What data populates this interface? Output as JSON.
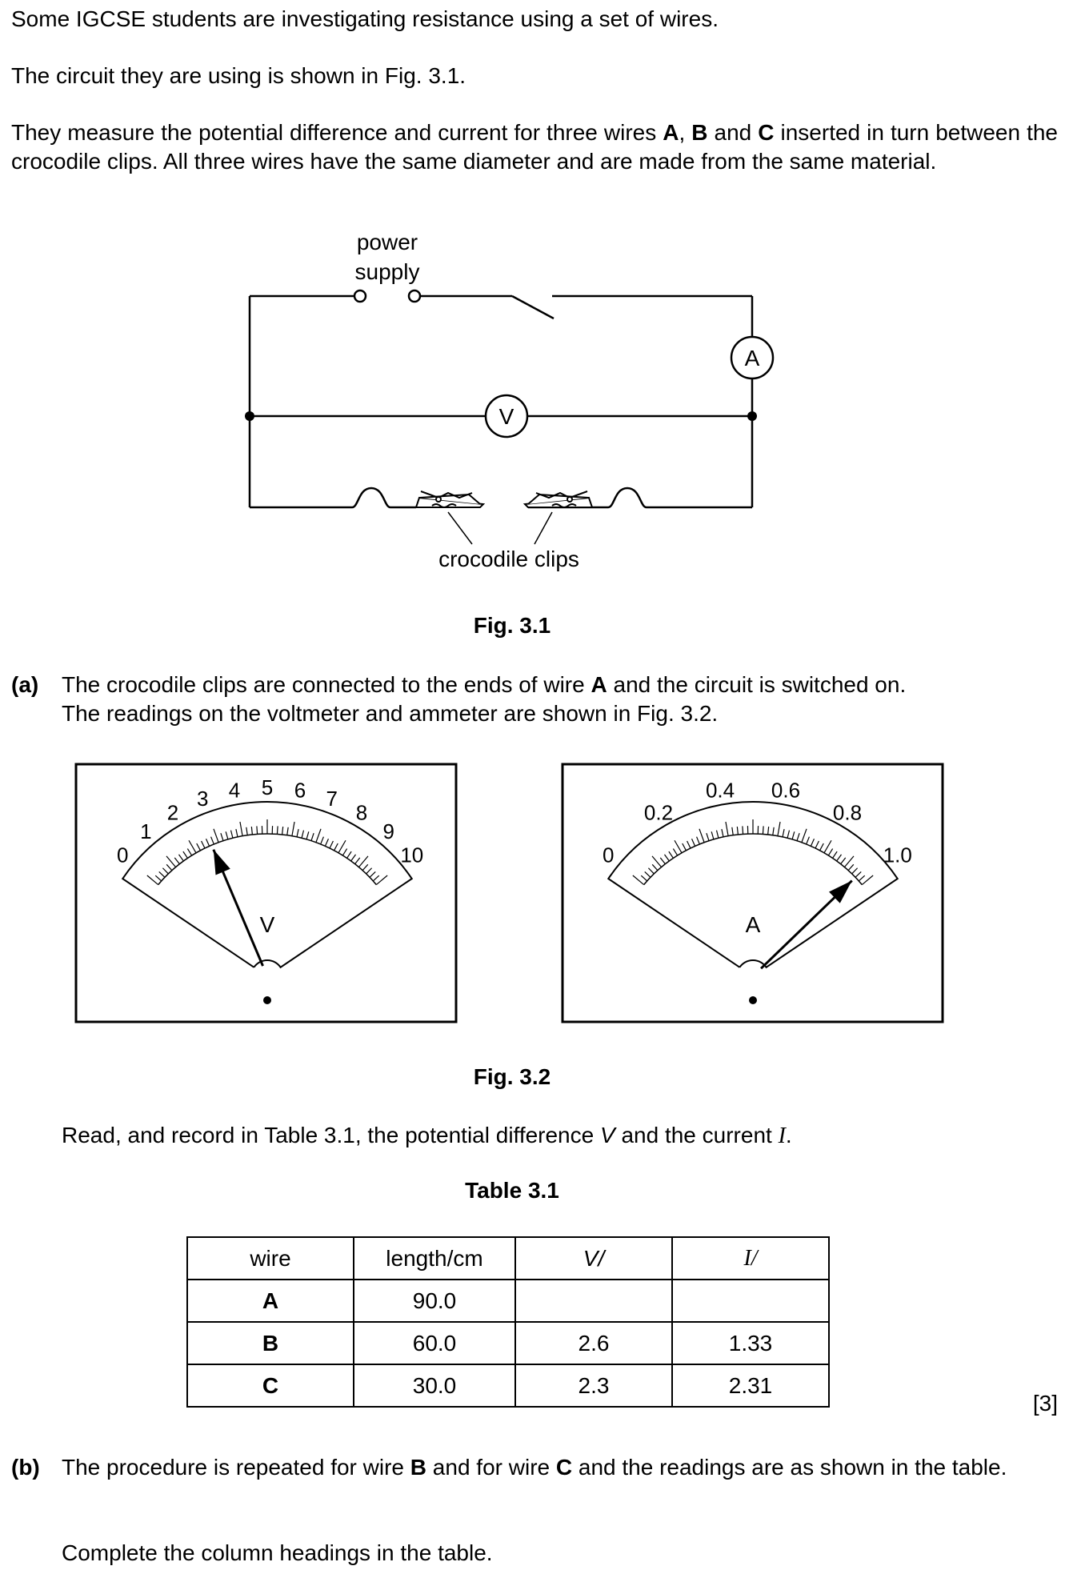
{
  "intro": {
    "line1": "Some IGCSE students are investigating resistance using a set of wires.",
    "line2": "The circuit they are using is shown in Fig. 3.1.",
    "line3_parts": [
      "They measure the potential difference and current for three wires ",
      "A",
      ", ",
      "B",
      " and ",
      "C",
      " inserted in turn between the crocodile clips. All three wires have the same diameter and are made from the same material."
    ]
  },
  "fig31": {
    "power_supply_label_1": "power",
    "power_supply_label_2": "supply",
    "ammeter_symbol": "A",
    "voltmeter_symbol": "V",
    "clips_label": "crocodile clips",
    "caption": "Fig. 3.1"
  },
  "part_a": {
    "label": "(a)",
    "text_parts": [
      "The crocodile clips are connected to the ends of wire ",
      "A",
      " and the circuit is switched on."
    ],
    "line2": "The readings on the voltmeter and ammeter are shown in Fig. 3.2."
  },
  "fig32": {
    "voltmeter": {
      "unit": "V",
      "scale_labels": [
        "0",
        "1",
        "2",
        "3",
        "4",
        "5",
        "6",
        "7",
        "8",
        "9",
        "10"
      ],
      "scale_min": 0,
      "scale_max": 10,
      "reading": 2.7
    },
    "ammeter": {
      "unit": "A",
      "scale_labels": [
        "0",
        "0.2",
        "0.4",
        "0.6",
        "0.8",
        "1.0"
      ],
      "scale_min": 0,
      "scale_max": 1.0,
      "reading": 0.96
    },
    "caption": "Fig. 3.2"
  },
  "instruction": {
    "before_v": "Read, and record in Table 3.1, the potential difference ",
    "v": "V",
    "mid": " and the current ",
    "i": "I",
    "end": "."
  },
  "table31": {
    "caption": "Table 3.1",
    "headers": [
      "wire",
      "length/cm",
      "V/",
      "I/"
    ],
    "rows": [
      [
        "A",
        "90.0",
        "",
        ""
      ],
      [
        "B",
        "60.0",
        "2.6",
        "1.33"
      ],
      [
        "C",
        "30.0",
        "2.3",
        "2.31"
      ]
    ],
    "marks": "[3]"
  },
  "part_b": {
    "label": "(b)",
    "text_parts": [
      "The procedure is repeated for wire ",
      "B",
      " and for wire ",
      "C",
      " and the readings are as shown in the table."
    ],
    "line3": "Complete the column headings in the table."
  }
}
